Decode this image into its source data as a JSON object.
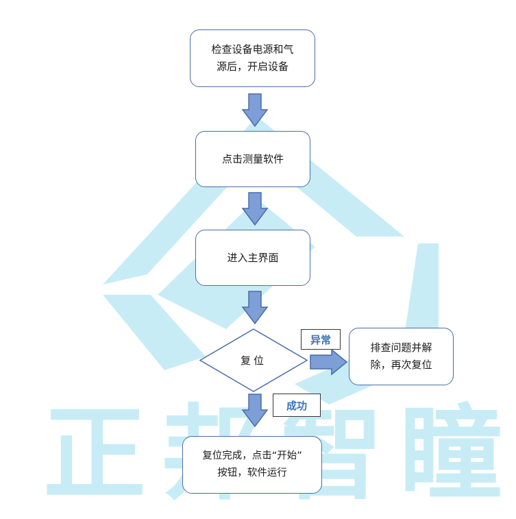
{
  "watermark": {
    "chars": [
      "正",
      "邦",
      "智",
      "瞳"
    ],
    "color": "#c7ecf6"
  },
  "flow": {
    "step1": {
      "lines": [
        "检查设备电源和气",
        "源后，开启设备"
      ]
    },
    "step2": {
      "label": "点击测量软件"
    },
    "step3": {
      "label": "进入主界面"
    },
    "decision": {
      "label": "复位"
    },
    "abnormal_tag": "异常",
    "abnormal_step": {
      "lines": [
        "排查问题并解",
        "除，再次复位"
      ]
    },
    "success_tag": "成功",
    "final_step": {
      "lines": [
        "复位完成，点击“开始”",
        "按钮，软件运行"
      ]
    }
  },
  "colors": {
    "box_border": "#4a6da5",
    "arrow_fill": "#7d9ed6",
    "arrow_stroke": "#4a6da5",
    "tag_text": "#3a72b8"
  }
}
